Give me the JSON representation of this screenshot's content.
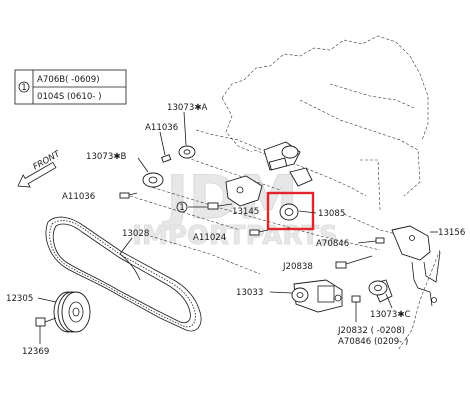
{
  "legend": {
    "marker": "1",
    "row1": "A706B( -0609)",
    "row2": "0104S (0610- )"
  },
  "front_label": "FRONT",
  "watermark": {
    "line1": "JDM",
    "line2": "IMPORTPARTS"
  },
  "parts": {
    "p13073a": "13073✱A",
    "pA11036_top": "A11036",
    "p13073b": "13073✱B",
    "pA11036_left": "A11036",
    "p13145": "13145",
    "p13085": "13085",
    "p13028": "13028",
    "pA11024": "A11024",
    "pA70846_r": "A70846",
    "p13156": "13156",
    "pJ20838": "J20838",
    "p13033": "13033",
    "p12305": "12305",
    "p13073c": "13073✱C",
    "pJ20832": "J20832 ( -0208)",
    "pA70846_b": "A70846 (0209- )",
    "p12369": "12369",
    "circle_ref": "1"
  },
  "colors": {
    "line": "#1a1a1a",
    "highlight": "#e0262b",
    "watermark": "#d0d0d0"
  }
}
